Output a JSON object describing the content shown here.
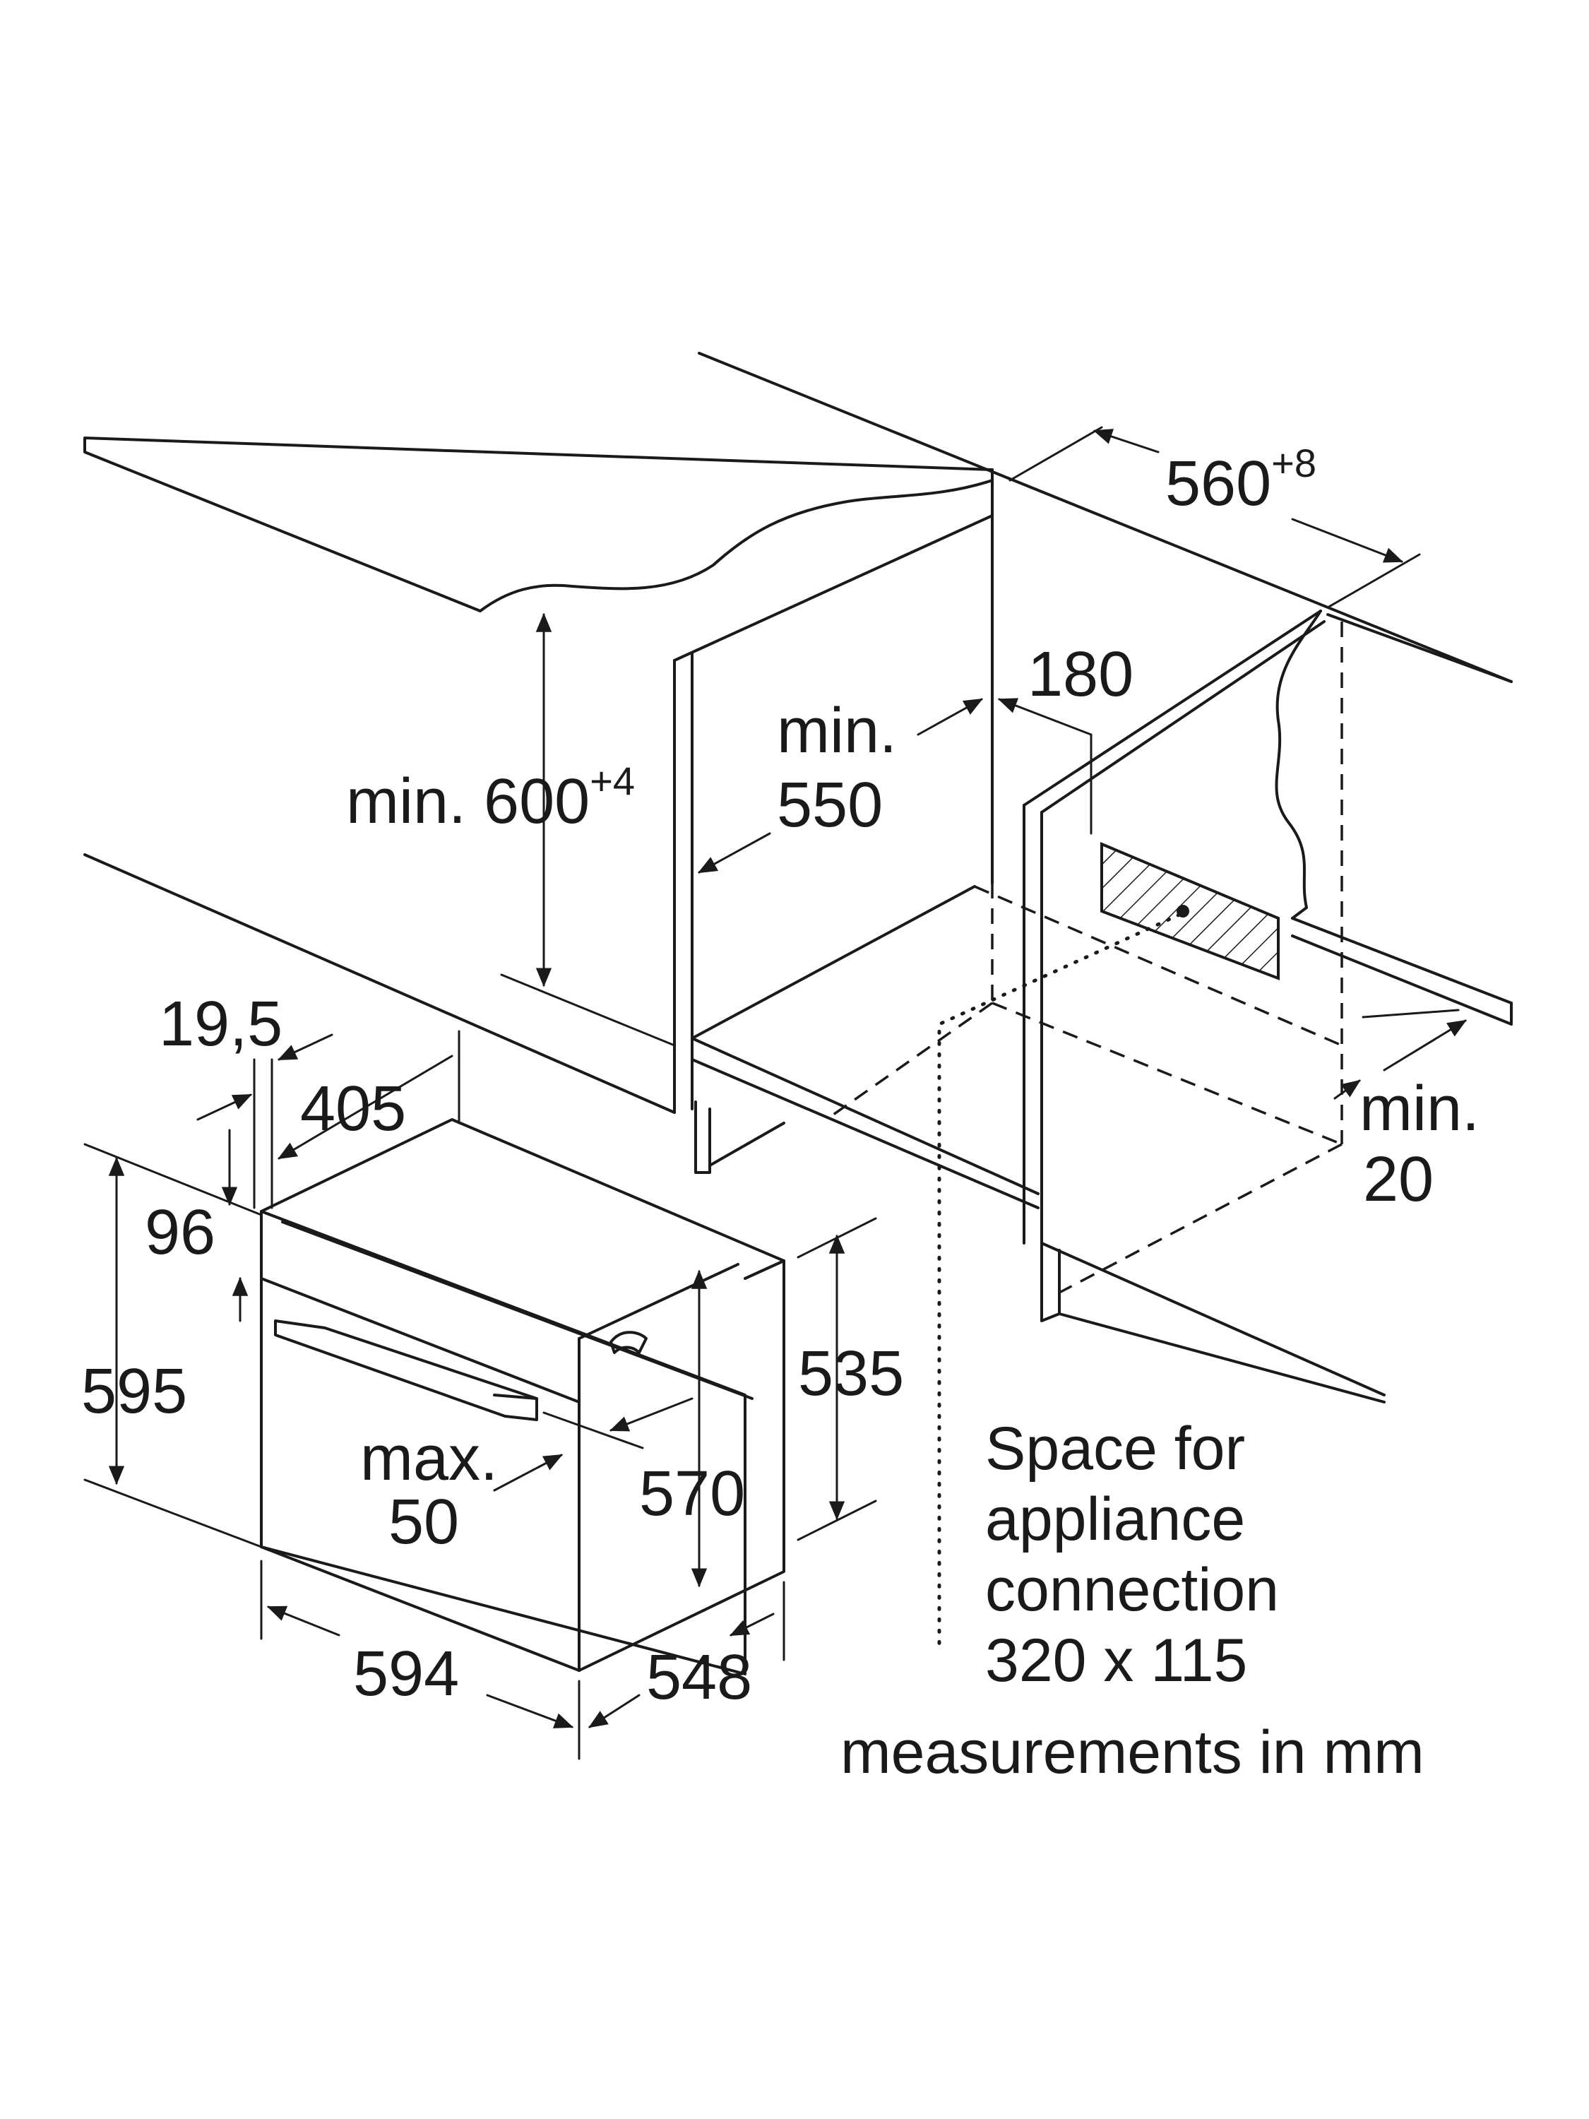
{
  "diagram": {
    "labels": {
      "niche_width": "560",
      "niche_width_tol": "+8",
      "niche_height_prefix": "min. ",
      "niche_height": "600",
      "niche_height_tol": "+4",
      "depth_min_line1": "min.",
      "depth_min_line2": "550",
      "connection_offset": "180",
      "gap_min_line1": "min.",
      "gap_min_line2": "20",
      "front_panel_thickness": "19,5",
      "depth_top": "405",
      "panel_height": "96",
      "total_height": "595",
      "protrusion_line1": "max.",
      "protrusion_line2": "50",
      "body_height": "570",
      "body_height_rear": "535",
      "total_width": "594",
      "body_depth": "548"
    },
    "connection_note": [
      "Space for",
      "appliance",
      "connection",
      "320 x 115"
    ],
    "units_note": "measurements in mm"
  }
}
